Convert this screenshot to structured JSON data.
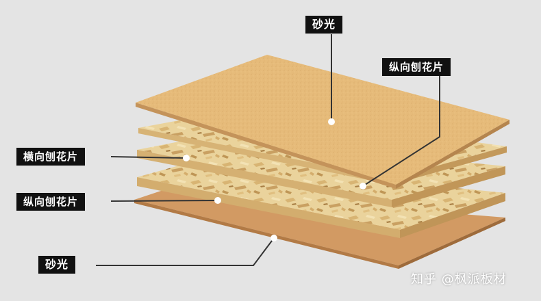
{
  "labels": {
    "top_face": "砂光",
    "longitudinal_top": "纵向刨花片",
    "transverse": "横向刨花片",
    "longitudinal_bottom": "纵向刨花片",
    "bottom_face": "砂光"
  },
  "watermark": "知乎 @枫派板材",
  "colors": {
    "background": "#e4e4e4",
    "sanded_top": "#e4b877",
    "sanded_edge": "#c99a5c",
    "chip_layer": "#e9cf95",
    "chip_edge": "#cfa96a",
    "bottom_sheet": "#d49a63",
    "label_bg": "#111111",
    "leader_line": "#3a3a3a"
  }
}
